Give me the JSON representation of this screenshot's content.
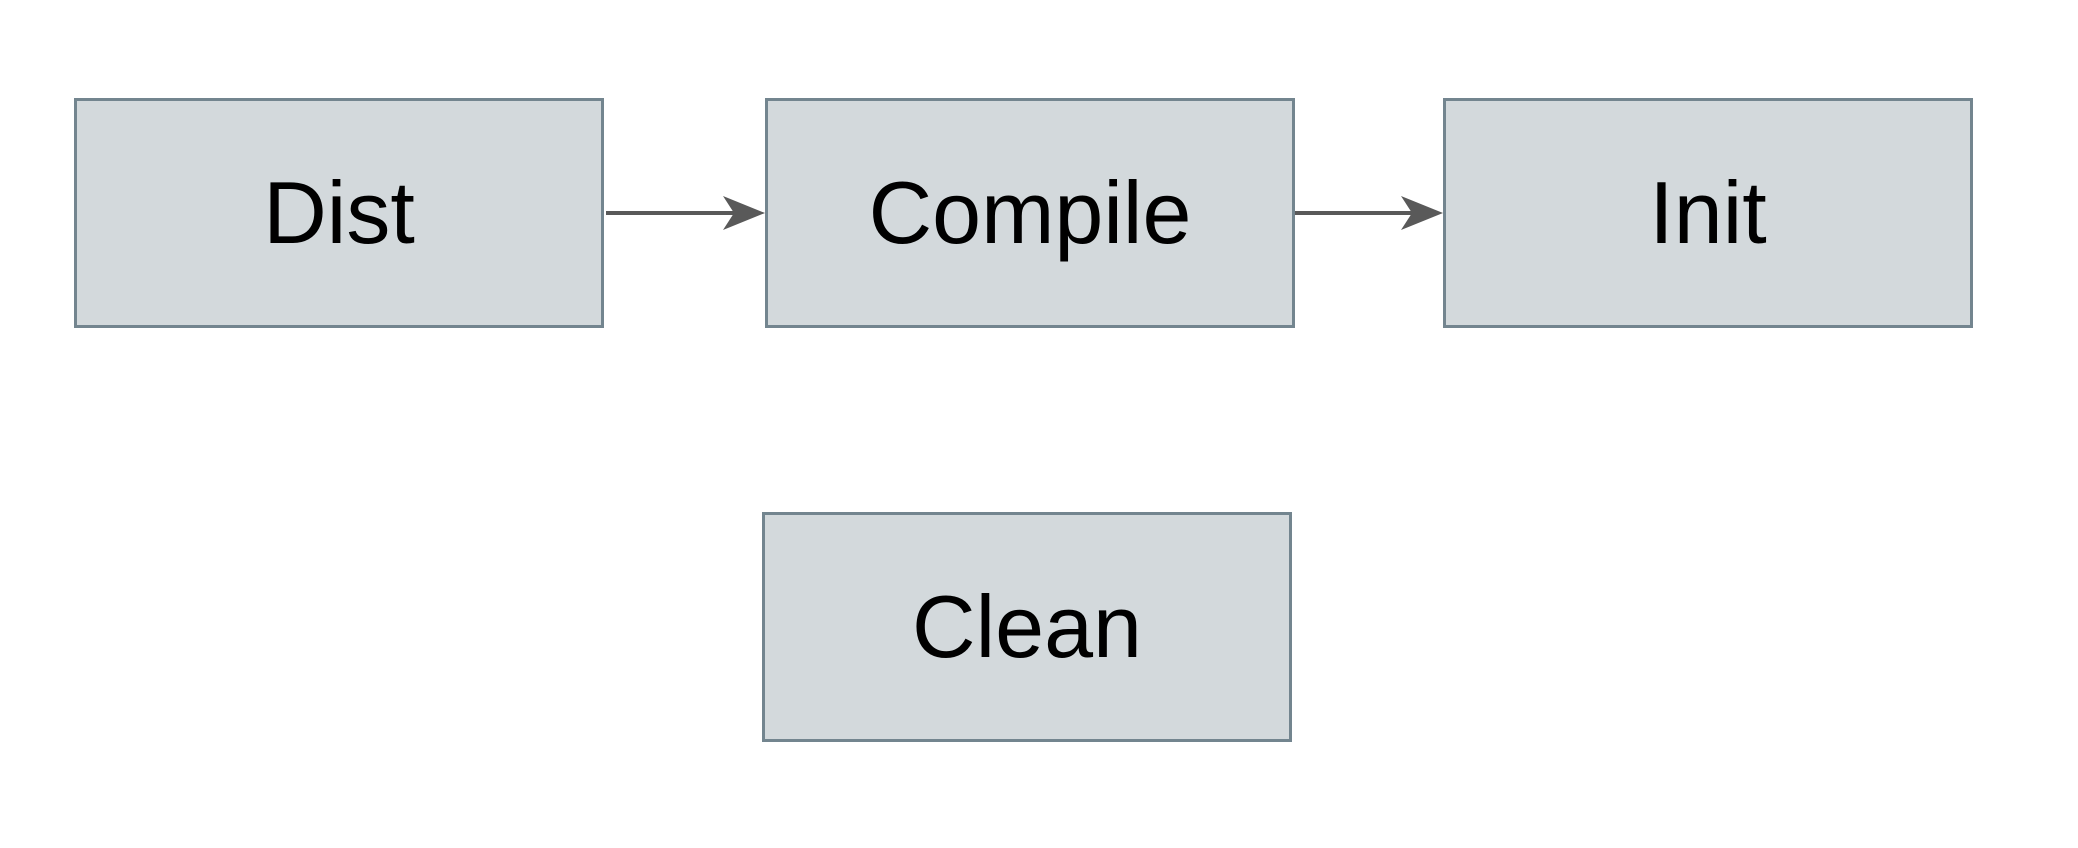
{
  "diagram": {
    "type": "flowchart",
    "background": "#ffffff",
    "colors": {
      "node_fill": "#d3d9dc",
      "node_border": "#73858f",
      "arrow": "#595959",
      "label_text": "#000000"
    },
    "nodes": [
      {
        "id": "dist",
        "label": "Dist"
      },
      {
        "id": "compile",
        "label": "Compile"
      },
      {
        "id": "init",
        "label": "Init"
      },
      {
        "id": "clean",
        "label": "Clean"
      }
    ],
    "edges": [
      {
        "from": "dist",
        "to": "compile"
      },
      {
        "from": "compile",
        "to": "init"
      }
    ]
  }
}
